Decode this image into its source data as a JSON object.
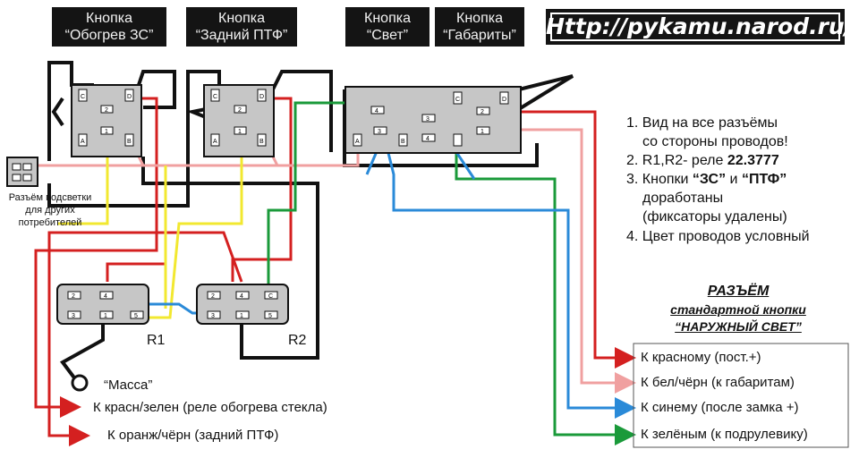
{
  "buttons": [
    {
      "line1": "Кнопка",
      "line2": "“Обогрев ЗС”"
    },
    {
      "line1": "Кнопка",
      "line2": "“Задний ПТФ”"
    },
    {
      "line1": "Кнопка",
      "line2": "“Свет”"
    },
    {
      "line1": "Кнопка",
      "line2": "“Габариты”"
    }
  ],
  "url": "Http://pykamu.narod.ru/",
  "backlight_caption": "Разъём подсветки для других потребителей",
  "notes": {
    "n1": "1. Вид на все разъёмы",
    "n1b": "со стороны проводов!",
    "n2": "2. R1,R2- реле",
    "n2_bold": "22.3777",
    "n3a": "3. Кнопки",
    "n3_zs": "“ЗС”",
    "n3_and": "и",
    "n3_ptf": "“ПТФ”",
    "n3b": "доработаны",
    "n3c": "(фиксаторы удалены)",
    "n4": "4. Цвет проводов условный"
  },
  "relays": {
    "r1": "R1",
    "r2": "R2"
  },
  "ground": "“Масса”",
  "left_targets": [
    "К красн/зелен (реле обогрева стекла)",
    "К оранж/чёрн (задний ПТФ)"
  ],
  "connector": {
    "title1": "РАЗЪЁМ",
    "title2": "стандартной кнопки",
    "title3": "“НАРУЖНЫЙ СВЕТ”",
    "targets": [
      "К красному (пост.+)",
      "К бел/чёрн (к габаритам)",
      "К синему (после замка +)",
      "К зелёным (к подрулевику)"
    ]
  },
  "pins": {
    "sw1": [
      "C",
      "2",
      "D",
      "1",
      "A",
      "B"
    ],
    "sw2": [
      "C",
      "2",
      "D",
      "1",
      "A",
      "B"
    ],
    "light": [
      "4",
      "A",
      "3",
      "B",
      "3",
      "4",
      "C",
      "2",
      "D",
      "1"
    ],
    "r1": [
      "2",
      "4",
      "1",
      "3",
      "5"
    ],
    "r2": [
      "2",
      "4",
      "C",
      "1",
      "3",
      "5"
    ]
  },
  "colors": {
    "red": "#d42020",
    "pink": "#f0a0a0",
    "yellow": "#f2e830",
    "blue": "#2a8ad8",
    "green": "#1a9a3a",
    "black": "#111111"
  }
}
